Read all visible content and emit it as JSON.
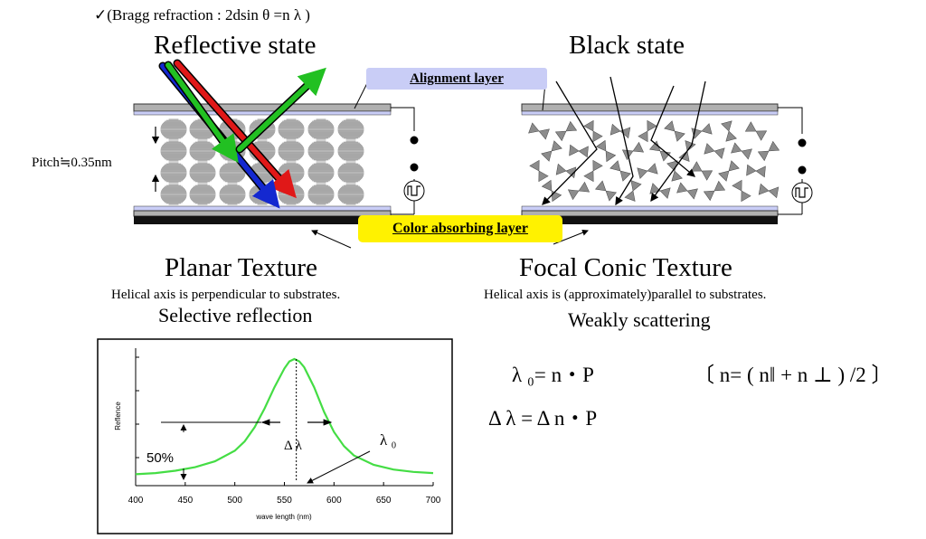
{
  "header": {
    "check_mark": "✓",
    "bragg_formula": "(Bragg refraction : 2dsin θ =n λ )"
  },
  "states": {
    "reflective": {
      "title": "Reflective state",
      "texture": "Planar Texture",
      "description": "Helical axis is perpendicular to substrates.",
      "subtitle": "Selective reflection"
    },
    "black": {
      "title": "Black state",
      "texture": "Focal Conic Texture",
      "description": "Helical axis is (approximately)parallel to substrates.",
      "subtitle": "Weakly scattering"
    }
  },
  "labels": {
    "alignment_layer": "Alignment layer",
    "color_absorbing_layer": "Color absorbing layer",
    "pitch": "Pitch≒0.35nm"
  },
  "equations": {
    "eq1": "λ ₀= n・P",
    "eq1_bracket": "〔 n= ( n‖ + n ⊥ ) /2 〕",
    "eq2": "Δ λ = Δ n・P"
  },
  "colors": {
    "alignment_box": "#c9cdf6",
    "color_box": "#fff200",
    "ray_red": "#e01818",
    "ray_green": "#22c022",
    "ray_blue": "#1428d0",
    "curve": "#44dd44"
  },
  "chart_data": {
    "type": "line",
    "xlabel": "wave length (nm)",
    "ylabel": "Reflence",
    "xlim": [
      400,
      700
    ],
    "x_ticks": [
      "400",
      "450",
      "500",
      "550",
      "600",
      "650",
      "700"
    ],
    "grid": false,
    "series": [
      {
        "x": [
          400,
          420,
          440,
          460,
          480,
          500,
          510,
          520,
          530,
          540,
          550,
          555,
          560,
          565,
          570,
          580,
          590,
          600,
          610,
          620,
          640,
          660,
          680,
          700
        ],
        "y": [
          0.02,
          0.03,
          0.05,
          0.08,
          0.13,
          0.22,
          0.3,
          0.42,
          0.58,
          0.76,
          0.92,
          0.98,
          1.0,
          0.98,
          0.93,
          0.76,
          0.55,
          0.38,
          0.26,
          0.18,
          0.1,
          0.06,
          0.04,
          0.03
        ]
      }
    ],
    "annotations": {
      "half_max_label": "50%",
      "width_label": "Δ λ",
      "peak_label": "λ ₀"
    }
  }
}
